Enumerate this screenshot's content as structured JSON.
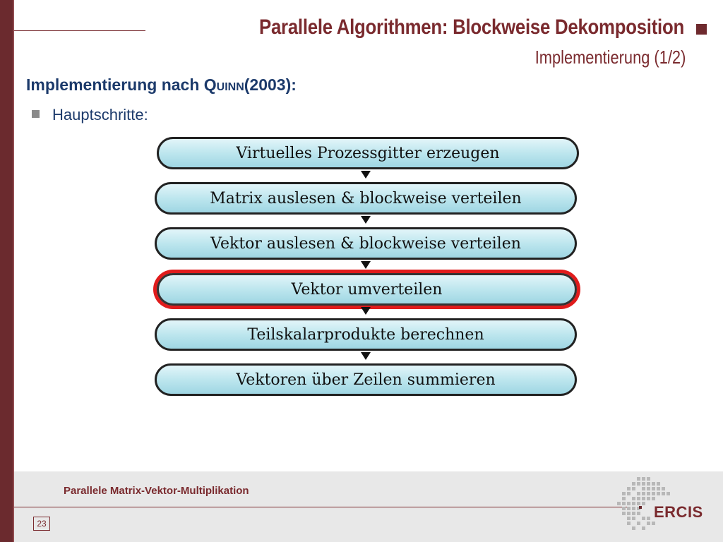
{
  "slide": {
    "title": "Parallele Algorithmen: Blockweise Dekomposition",
    "subtitle": "Implementierung (1/2)",
    "heading": {
      "prefix": "Implementierung nach ",
      "author": "Quinn",
      "year": "(2003)",
      "suffix": ":"
    },
    "bullet": "Hauptschritte:",
    "steps": [
      {
        "label": "Virtuelles Prozessgitter erzeugen",
        "highlighted": false
      },
      {
        "label": "Matrix auslesen & blockweise verteilen",
        "highlighted": false
      },
      {
        "label": "Vektor auslesen & blockweise verteilen",
        "highlighted": false
      },
      {
        "label": "Vektor umverteilen",
        "highlighted": true
      },
      {
        "label": "Teilskalarprodukte berechnen",
        "highlighted": false
      },
      {
        "label": "Vektoren über Zeilen summieren",
        "highlighted": false
      }
    ]
  },
  "footer": {
    "course_title": "Parallele Matrix-Vektor-Multiplikation",
    "page_number": "23",
    "logo_text": "ERCIS"
  },
  "colors": {
    "accent": "#7a2a2e",
    "heading": "#1c3a6b",
    "highlight": "#e01c1c",
    "step_fill": "#bde6ee"
  }
}
